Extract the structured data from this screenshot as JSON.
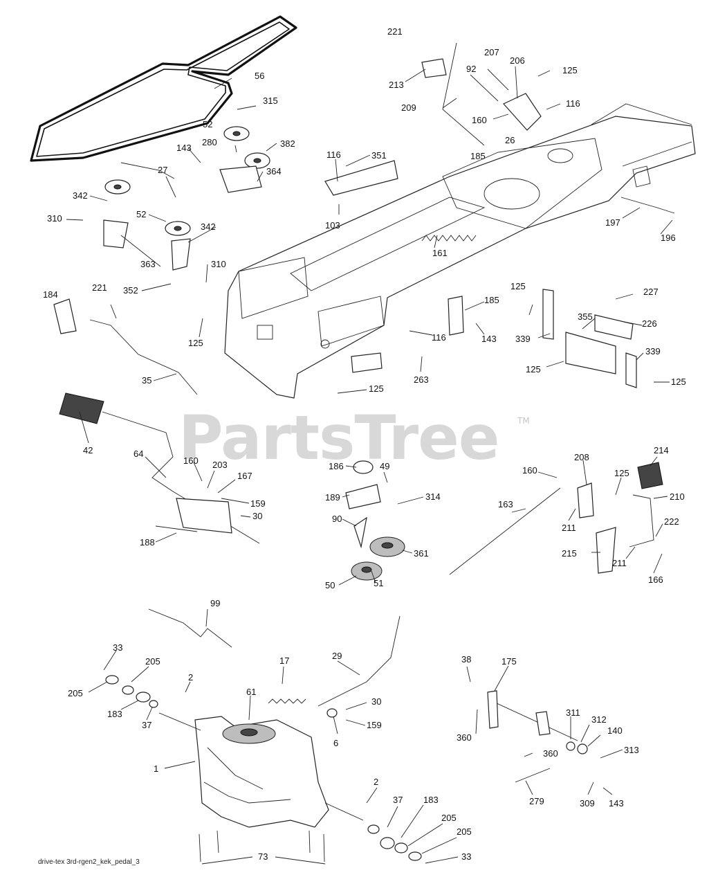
{
  "watermark": {
    "text": "PartsTree",
    "trademark": "TM"
  },
  "footer": {
    "code": "drive-tex 3rd-rgen2_kek_pedal_3"
  },
  "callouts": [
    "221",
    "213",
    "207",
    "92",
    "206",
    "125",
    "116",
    "209",
    "160",
    "26",
    "185",
    "56",
    "315",
    "52",
    "280",
    "382",
    "143",
    "364",
    "27",
    "116",
    "351",
    "342",
    "52",
    "310",
    "342",
    "103",
    "161",
    "363",
    "310",
    "352",
    "197",
    "196",
    "184",
    "221",
    "125",
    "185",
    "125",
    "227",
    "226",
    "355",
    "339",
    "116",
    "143",
    "339",
    "263",
    "125",
    "125",
    "125",
    "35",
    "42",
    "64",
    "160",
    "203",
    "167",
    "159",
    "30",
    "188",
    "186",
    "49",
    "189",
    "314",
    "90",
    "361",
    "50",
    "51",
    "214",
    "208",
    "160",
    "125",
    "210",
    "163",
    "211",
    "222",
    "215",
    "211",
    "166",
    "99",
    "33",
    "205",
    "2",
    "17",
    "29",
    "205",
    "61",
    "30",
    "183",
    "37",
    "159",
    "6",
    "1",
    "38",
    "175",
    "311",
    "312",
    "360",
    "140",
    "360",
    "313",
    "2",
    "37",
    "183",
    "205",
    "205",
    "279",
    "309",
    "143",
    "73",
    "33"
  ]
}
